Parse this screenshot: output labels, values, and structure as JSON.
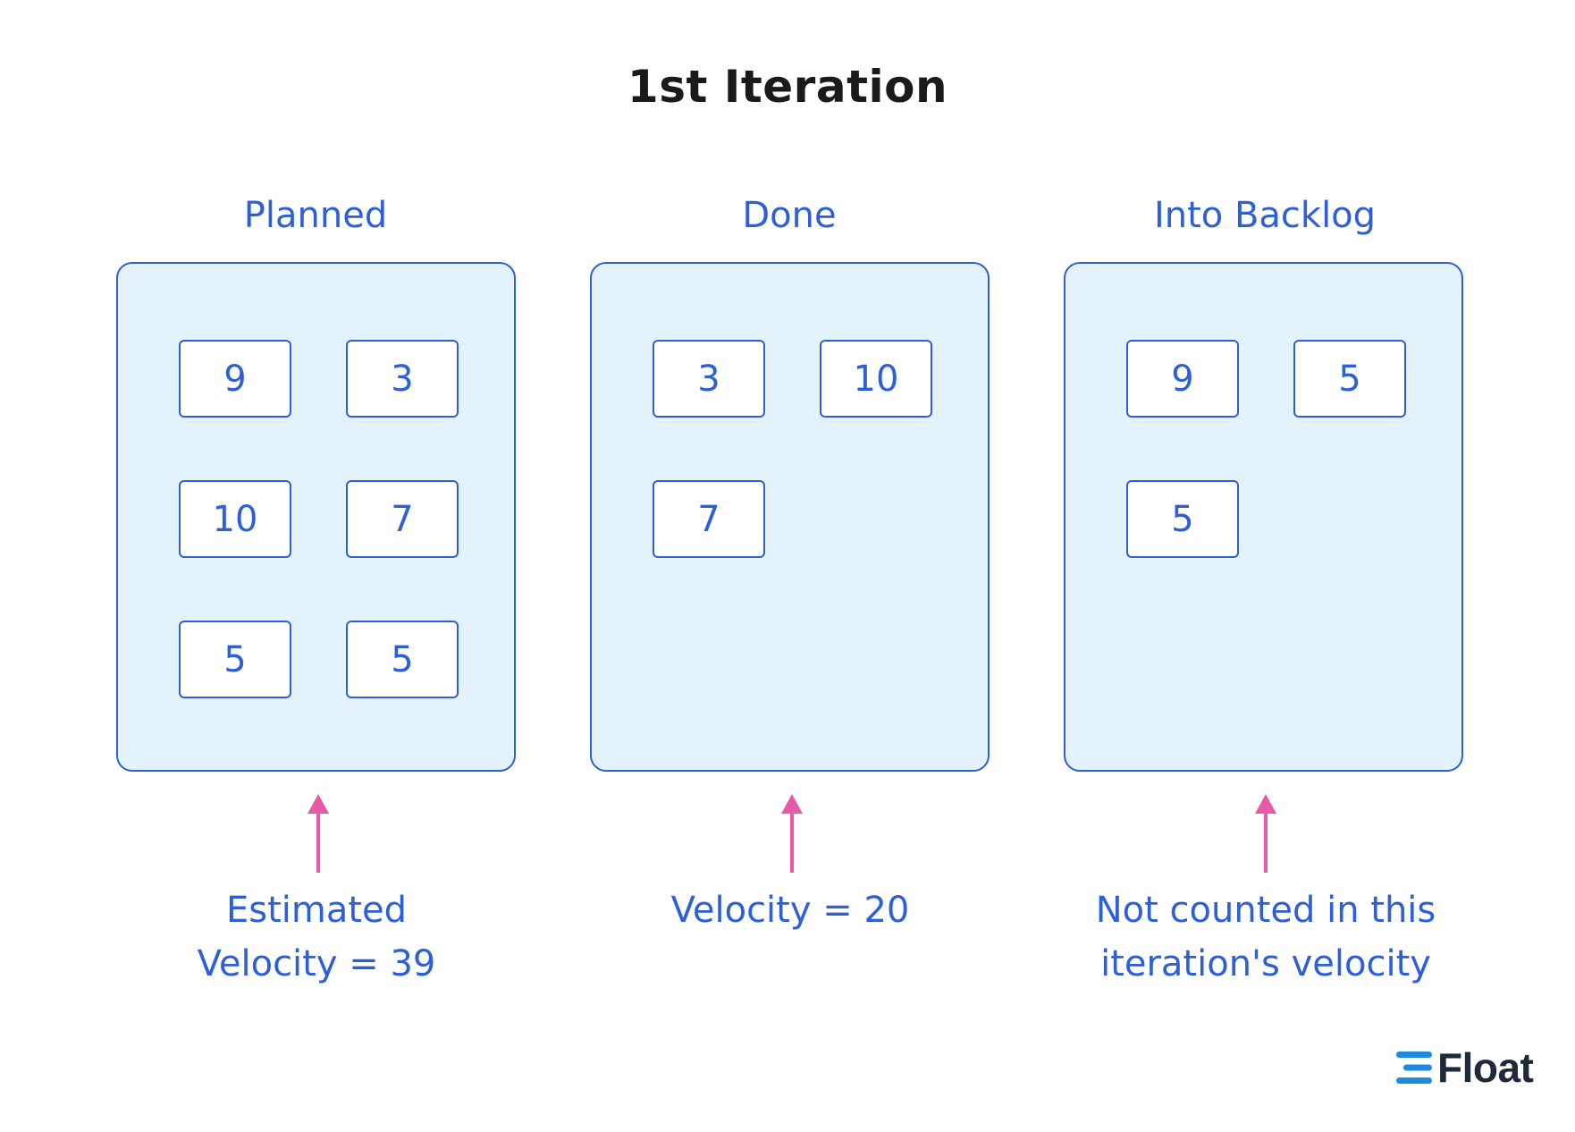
{
  "title": "1st Iteration",
  "columns": [
    {
      "label": "Planned",
      "cards": [
        "9",
        "3",
        "10",
        "7",
        "5",
        "5"
      ],
      "caption_lines": [
        "Estimated",
        "Velocity = 39"
      ]
    },
    {
      "label": "Done",
      "cards": [
        "3",
        "10",
        "7"
      ],
      "caption_lines": [
        "Velocity = 20"
      ]
    },
    {
      "label": "Into Backlog",
      "cards": [
        "9",
        "5",
        "5"
      ],
      "caption_lines": [
        "Not counted in this",
        "iteration's velocity"
      ]
    }
  ],
  "logo": {
    "text": "Float",
    "icon": "float-logo-icon"
  },
  "colors": {
    "accent": "#2d5fd6",
    "panel_fill": "#e4f3fb",
    "arrow": "#e85aa8",
    "title": "#1a1a1a",
    "logo_icon": "#1f8be0",
    "logo_text": "#1e2a3a"
  }
}
